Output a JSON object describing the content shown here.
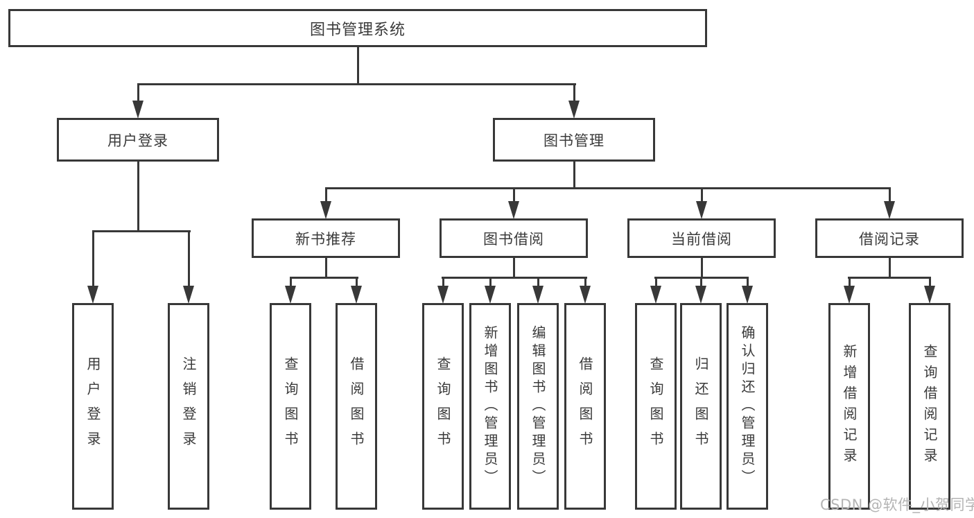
{
  "diagram_title": "图书管理系统",
  "tree": {
    "root": {
      "label": "图书管理系统"
    },
    "branches": [
      {
        "label": "用户登录",
        "children": [
          {
            "label": "用户登录"
          },
          {
            "label": "注销登录"
          }
        ]
      },
      {
        "label": "图书管理",
        "children": [
          {
            "label": "新书推荐",
            "children": [
              {
                "label": "查询图书"
              },
              {
                "label": "借阅图书"
              }
            ]
          },
          {
            "label": "图书借阅",
            "children": [
              {
                "label": "查询图书"
              },
              {
                "label": "新增图书（管理员）"
              },
              {
                "label": "编辑图书（管理员）"
              },
              {
                "label": "借阅图书"
              }
            ]
          },
          {
            "label": "当前借阅",
            "children": [
              {
                "label": "查询图书"
              },
              {
                "label": "归还图书"
              },
              {
                "label": "确认归还（管理员）"
              }
            ]
          },
          {
            "label": "借阅记录",
            "children": [
              {
                "label": "新增借阅记录"
              },
              {
                "label": "查询借阅记录"
              }
            ]
          }
        ]
      }
    ]
  },
  "watermark": "CSDN @软件_小贺同学",
  "colors": {
    "line": "#383838",
    "text": "#3a3a3a",
    "watermark": "#b4b4b4",
    "background": "#ffffff"
  }
}
